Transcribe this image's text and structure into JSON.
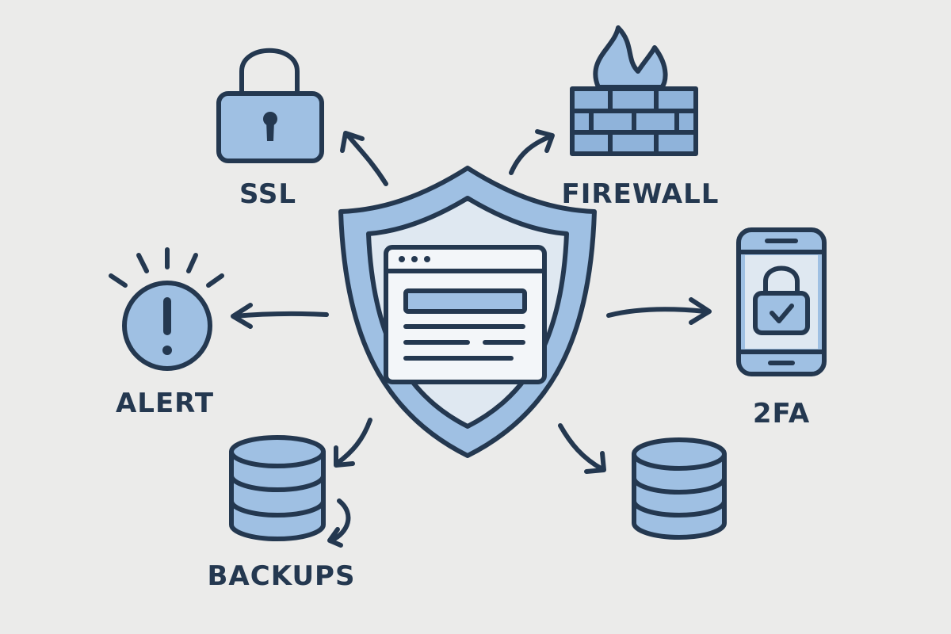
{
  "colors": {
    "background": "#ebebea",
    "ink": "#243850",
    "accent_fill": "#9fc0e3",
    "light_fill": "#dfe8f1"
  },
  "nodes": {
    "center": {
      "icon": "shield-browser-icon"
    },
    "ssl": {
      "label": "SSL",
      "icon": "padlock-icon"
    },
    "firewall": {
      "label": "FIREWALL",
      "icon": "firewall-icon"
    },
    "twofa": {
      "label": "2FA",
      "icon": "phone-lock-icon"
    },
    "alert": {
      "label": "ALERT",
      "icon": "alert-icon"
    },
    "backups": {
      "label": "BACKUPS",
      "icon": "database-backup-icon"
    },
    "database": {
      "icon": "database-icon"
    }
  }
}
